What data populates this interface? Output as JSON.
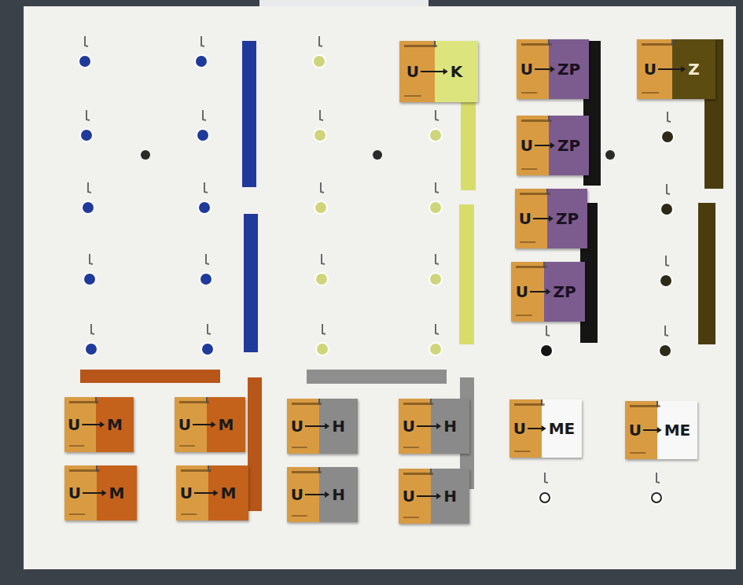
{
  "diagram": {
    "nodes": [
      {
        "text": [
          "U",
          "K"
        ]
      },
      {
        "text": [
          "U",
          "ZP"
        ]
      },
      {
        "text": [
          "U",
          "Z"
        ]
      },
      {
        "text": [
          "U",
          "ZP"
        ]
      },
      {
        "text": [
          "U",
          "ZP"
        ]
      },
      {
        "text": [
          "U",
          "ZP"
        ]
      },
      {
        "text": [
          "U",
          "M"
        ]
      },
      {
        "text": [
          "U",
          "M"
        ]
      },
      {
        "text": [
          "U",
          "H"
        ]
      },
      {
        "text": [
          "U",
          "H"
        ]
      },
      {
        "text": [
          "U",
          "ME"
        ]
      },
      {
        "text": [
          "U",
          "ME"
        ]
      },
      {
        "text": [
          "U",
          "M"
        ]
      },
      {
        "text": [
          "U",
          "M"
        ]
      },
      {
        "text": [
          "U",
          "H"
        ]
      },
      {
        "text": [
          "U",
          "H"
        ]
      }
    ]
  }
}
